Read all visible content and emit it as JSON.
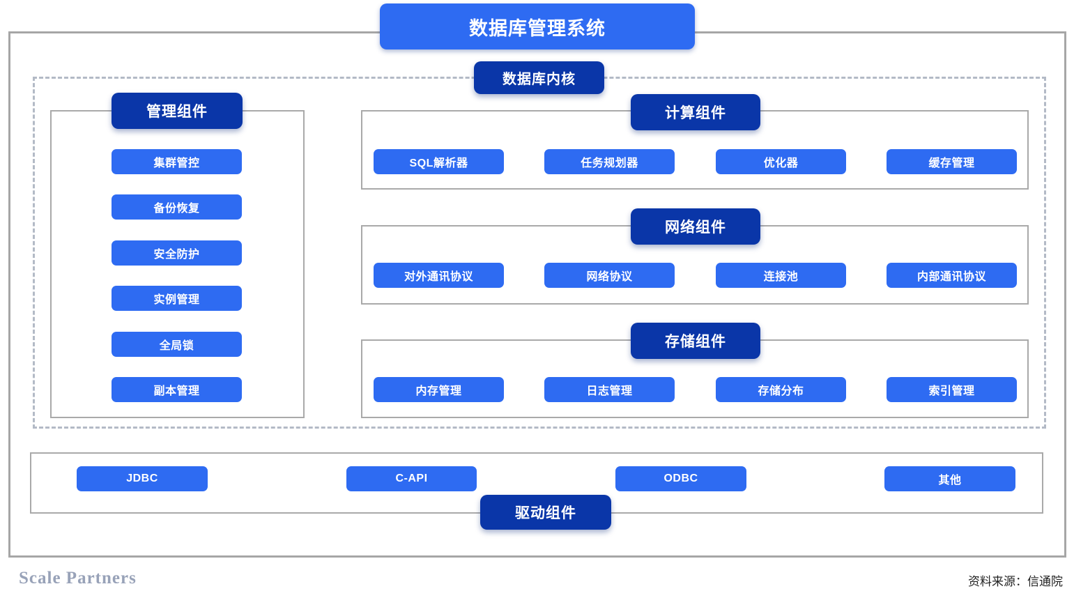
{
  "title": "数据库管理系统",
  "kernel": {
    "label": "数据库内核"
  },
  "sections": {
    "management": {
      "label": "管理组件",
      "items": [
        "集群管控",
        "备份恢复",
        "安全防护",
        "实例管理",
        "全局锁",
        "副本管理"
      ]
    },
    "compute": {
      "label": "计算组件",
      "items": [
        "SQL解析器",
        "任务规划器",
        "优化器",
        "缓存管理"
      ]
    },
    "network": {
      "label": "网络组件",
      "items": [
        "对外通讯协议",
        "网络协议",
        "连接池",
        "内部通讯协议"
      ]
    },
    "storage": {
      "label": "存储组件",
      "items": [
        "内存管理",
        "日志管理",
        "存储分布",
        "索引管理"
      ]
    },
    "driver": {
      "label": "驱动组件",
      "items": [
        "JDBC",
        "C-API",
        "ODBC",
        "其他"
      ]
    }
  },
  "footer": {
    "brand": "Scale Partners",
    "source": "资料来源：信通院"
  },
  "colors": {
    "accent": "#2E6BF2",
    "navy": "#0A36A8",
    "frame": "#A6A6A6",
    "dashed": "#B3BAC6",
    "brand_text": "#98A2B8"
  }
}
